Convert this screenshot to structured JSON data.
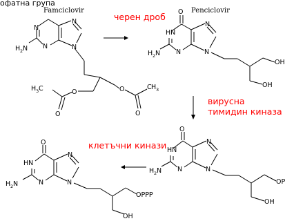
{
  "header_text": "офатна група",
  "compounds": {
    "famciclovir": {
      "name": "Famciclovir"
    },
    "penciclovir": {
      "name": "Penciclovir"
    }
  },
  "steps": {
    "liver": "черен дроб",
    "viral_kinase_line1": "вирусна",
    "viral_kinase_line2": "тимидин киназа",
    "cell_kinases": "клетъчни кинази"
  },
  "atoms": {
    "N": "N",
    "O": "O",
    "HN": "HN",
    "H2N_main": "H",
    "H2N_sub": "2",
    "H2N_tail": "N",
    "OH": "OH",
    "OP": "OP",
    "OPPP": "OPPP",
    "CH3_main": "H",
    "CH3_C": "C",
    "CH3_sub": "3",
    "H3C_main": "H",
    "H3C_sub": "3",
    "H3C_tail": "C"
  }
}
